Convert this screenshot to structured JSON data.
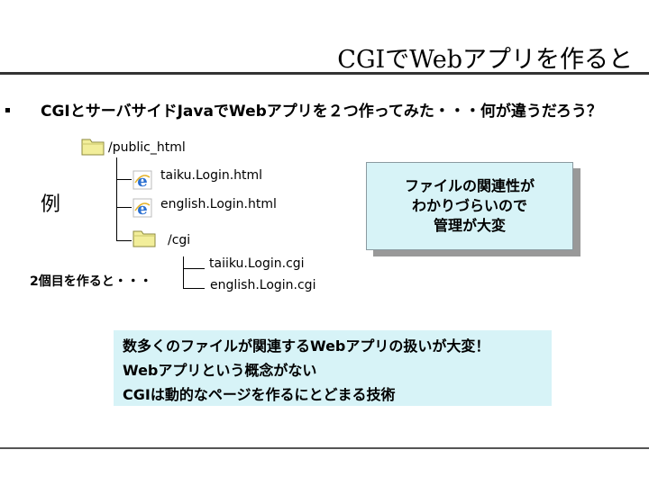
{
  "slide": {
    "title": "CGIでWebアプリを作ると",
    "bullet": "CGIとサーバサイドJavaでWebアプリを２つ作ってみた・・・何が違うだろう？"
  },
  "example": {
    "label": "例",
    "second_label": "2個目を作ると・・・",
    "tree": {
      "root_folder": "/public_html",
      "file1": "taiku.Login.html",
      "file2": "english.Login.html",
      "cgi_folder": "/cgi",
      "cgi_file1": "taiiku.Login.cgi",
      "cgi_file2": "english.Login.cgi"
    }
  },
  "callout": {
    "lines": [
      "ファイルの関連性が",
      "わかりづらいので",
      "管理が大変"
    ]
  },
  "summary": {
    "lines": [
      "数多くのファイルが関連するWebアプリの扱いが大変！",
      "Webアプリという概念がない",
      "CGIは動的なページを作るにとどまる技術"
    ]
  },
  "icons": {
    "folder": "folder-icon",
    "browser": "internet-explorer-icon"
  },
  "colors": {
    "box_fill": "#d7f3f7",
    "folder_fill": "#f2ee9a",
    "ie_blue": "#2a6fd1"
  }
}
